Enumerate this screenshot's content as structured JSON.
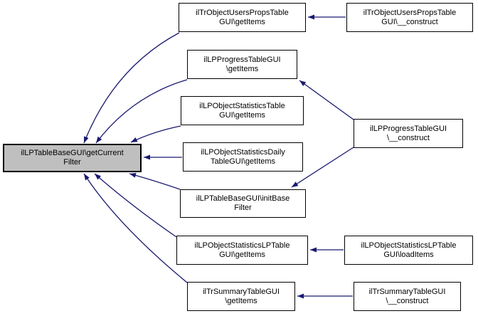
{
  "graph": {
    "type": "call-graph",
    "description": "Doxygen caller graph for ilLPTableBaseGUI::getCurrentFilter",
    "background_color": "#ffffff",
    "edge_color": "#191970",
    "node_fill": "#ffffff",
    "node_border_color": "#000000",
    "highlight_fill": "#bfbfbf",
    "highlighted_node": "ilLPTableBaseGUI\\getCurrentFilter",
    "nodes": [
      {
        "id": "getCurrentFilter",
        "lines": [
          "ilLPTableBaseGUI\\getCurrent",
          "Filter"
        ],
        "highlighted": true
      },
      {
        "id": "trObjectUsersPropsGetItems",
        "lines": [
          "ilTrObjectUsersPropsTable",
          "GUI\\getItems"
        ],
        "highlighted": false
      },
      {
        "id": "lpProgressGetItems",
        "lines": [
          "ilLPProgressTableGUI",
          "\\getItems"
        ],
        "highlighted": false
      },
      {
        "id": "lpObjectStatisticsGetItems",
        "lines": [
          "ilLPObjectStatisticsTable",
          "GUI\\getItems"
        ],
        "highlighted": false
      },
      {
        "id": "lpObjectStatisticsDailyGetItems",
        "lines": [
          "ilLPObjectStatisticsDaily",
          "TableGUI\\getItems"
        ],
        "highlighted": false
      },
      {
        "id": "initBaseFilter",
        "lines": [
          "ilLPTableBaseGUI\\initBase",
          "Filter"
        ],
        "highlighted": false
      },
      {
        "id": "lpObjectStatisticsLPGetItems",
        "lines": [
          "ilLPObjectStatisticsLPTable",
          "GUI\\getItems"
        ],
        "highlighted": false
      },
      {
        "id": "trSummaryGetItems",
        "lines": [
          "ilTrSummaryTableGUI",
          "\\getItems"
        ],
        "highlighted": false
      },
      {
        "id": "trObjectUsersPropsConstruct",
        "lines": [
          "ilTrObjectUsersPropsTable",
          "GUI\\__construct"
        ],
        "highlighted": false
      },
      {
        "id": "lpProgressConstruct",
        "lines": [
          "ilLPProgressTableGUI",
          "\\__construct"
        ],
        "highlighted": false
      },
      {
        "id": "lpObjectStatisticsLPLoadItems",
        "lines": [
          "ilLPObjectStatisticsLPTable",
          "GUI\\loadItems"
        ],
        "highlighted": false
      },
      {
        "id": "trSummaryConstruct",
        "lines": [
          "ilTrSummaryTableGUI",
          "\\__construct"
        ],
        "highlighted": false
      }
    ],
    "edges": [
      {
        "from": "trObjectUsersPropsGetItems",
        "to": "getCurrentFilter"
      },
      {
        "from": "lpProgressGetItems",
        "to": "getCurrentFilter"
      },
      {
        "from": "lpObjectStatisticsGetItems",
        "to": "getCurrentFilter"
      },
      {
        "from": "lpObjectStatisticsDailyGetItems",
        "to": "getCurrentFilter"
      },
      {
        "from": "initBaseFilter",
        "to": "getCurrentFilter"
      },
      {
        "from": "lpObjectStatisticsLPGetItems",
        "to": "getCurrentFilter"
      },
      {
        "from": "trSummaryGetItems",
        "to": "getCurrentFilter"
      },
      {
        "from": "trObjectUsersPropsConstruct",
        "to": "trObjectUsersPropsGetItems"
      },
      {
        "from": "lpProgressConstruct",
        "to": "lpProgressGetItems"
      },
      {
        "from": "lpProgressConstruct",
        "to": "initBaseFilter"
      },
      {
        "from": "lpObjectStatisticsLPLoadItems",
        "to": "lpObjectStatisticsLPGetItems"
      },
      {
        "from": "trSummaryConstruct",
        "to": "trSummaryGetItems"
      }
    ]
  }
}
